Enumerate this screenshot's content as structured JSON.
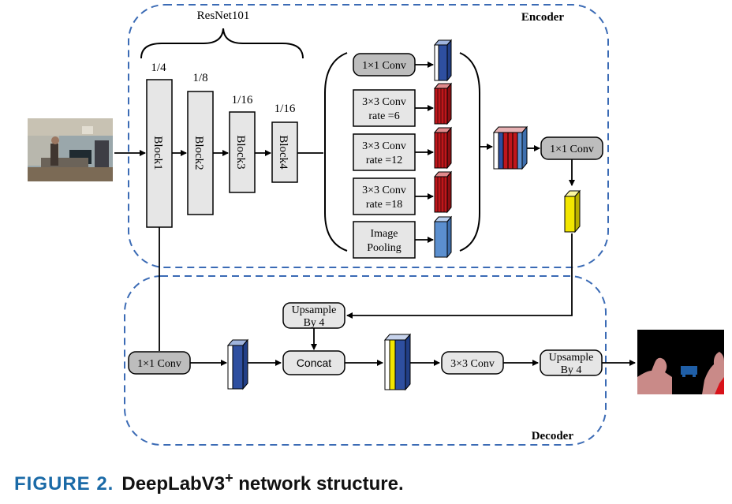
{
  "encoder": {
    "label": "Encoder"
  },
  "decoder": {
    "label": "Decoder"
  },
  "backbone": {
    "label": "ResNet101",
    "blocks": [
      {
        "name": "Block1",
        "scale": "1/4"
      },
      {
        "name": "Block2",
        "scale": "1/8"
      },
      {
        "name": "Block3",
        "scale": "1/16"
      },
      {
        "name": "Block4",
        "scale": "1/16"
      }
    ]
  },
  "aspp": {
    "conv1x1": "1×1 Conv",
    "branches": [
      {
        "line1": "3×3 Conv",
        "line2": "rate =6"
      },
      {
        "line1": "3×3 Conv",
        "line2": "rate =12"
      },
      {
        "line1": "3×3 Conv",
        "line2": "rate =18"
      },
      {
        "line1": "Image",
        "line2": "Pooling"
      }
    ],
    "merge_conv": "1×1 Conv"
  },
  "decoder_ops": {
    "low_level_conv": "1×1 Conv",
    "upsample1": {
      "line1": "Upsample",
      "line2": "By 4"
    },
    "concat": "Concat",
    "conv3x3": "3×3 Conv",
    "upsample2": {
      "line1": "Upsample",
      "line2": "By 4"
    }
  },
  "caption": {
    "figure": "FIGURE 2.",
    "title": "DeepLabV3",
    "title_sup": "+",
    "title_tail": " network structure."
  },
  "colors": {
    "dash_border": "#3b6bb5",
    "box_fill": "#e6e6e6",
    "dark_box_fill": "#bdbdbd",
    "blue": "#2e4fa0",
    "light_blue": "#5b8fcf",
    "red": "#c0161b",
    "yellow": "#f2e600",
    "caption_blue": "#1a6aa7"
  }
}
